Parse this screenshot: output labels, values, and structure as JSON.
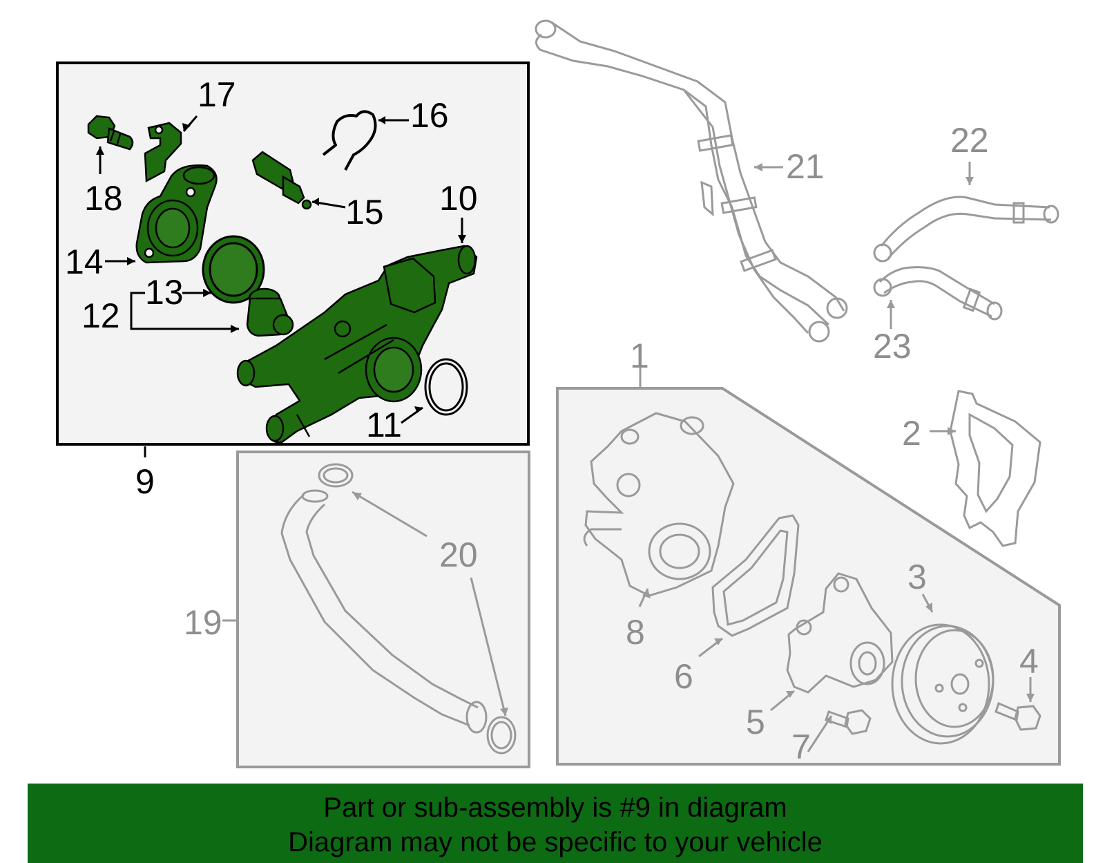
{
  "colors": {
    "highlight_fill": "#1e6b10",
    "dark_stroke": "#000000",
    "gray_stroke": "#9a9a9a",
    "panel_fill": "#f3f3f3",
    "banner_bg": "#0d6b14"
  },
  "callouts": {
    "c1": "1",
    "c2": "2",
    "c3": "3",
    "c4": "4",
    "c5": "5",
    "c6": "6",
    "c7": "7",
    "c8": "8",
    "c9": "9",
    "c10": "10",
    "c11": "11",
    "c12": "12",
    "c13": "13",
    "c14": "14",
    "c15": "15",
    "c16": "16",
    "c17": "17",
    "c18": "18",
    "c19": "19",
    "c20": "20",
    "c21": "21",
    "c22": "22",
    "c23": "23"
  },
  "banner": {
    "line1": "Part or sub-assembly is #9 in diagram",
    "line2": "Diagram may not be specific to your vehicle"
  }
}
